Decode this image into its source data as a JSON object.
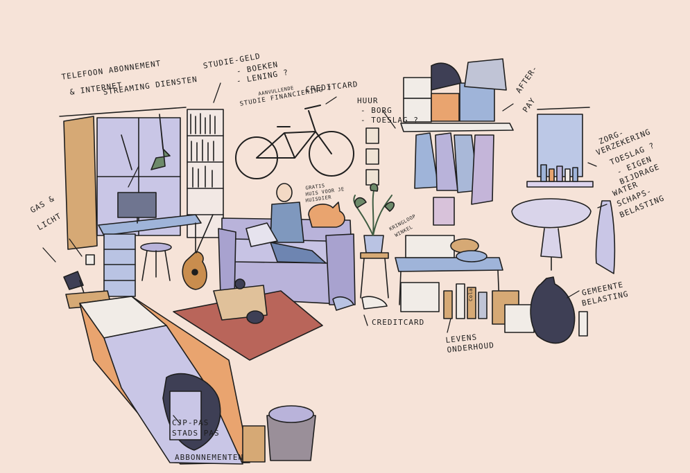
{
  "palette": {
    "background": "#f6e3d8",
    "ink": "#1e1e1e",
    "lavender": "#b9b3da",
    "blue": "#9fb4d9",
    "orange": "#e9a46f",
    "rug": "#b9655a",
    "curtain": "#d6a975",
    "wood": "#b98a55"
  },
  "labels": {
    "telefoon": "TELEFOON ABONNEMENT",
    "internet": "& INTERNET",
    "streaming": "STREAMING DIENSTEN",
    "studiegeld": "STUDIE-GELD",
    "boeken": "- BOEKEN",
    "lening": "- LENING ?",
    "aanvullende": "AANVULLENDE",
    "studiefin": "STUDIE FINANCIERING ?",
    "creditcard_top": "CREDITCARD",
    "huur": "HUUR",
    "borg": "- BORG",
    "toeslag": "- TOESLAG ?",
    "afterpay_1": "AFTER-",
    "afterpay_2": "PAY",
    "zorg_1": "ZORG-",
    "zorg_2": "VERZEKERING",
    "zorg_3": "TOESLAG ?",
    "zorg_4": "- EIGEN",
    "zorg_5": "BIJDRAGE",
    "water_1": "WATER",
    "water_2": "SCHAPS-",
    "water_3": "BELASTING",
    "gas_1": "GAS &",
    "gas_2": "LICHT",
    "gratis_1": "GRATIS",
    "gratis_2": "HUIS VOOR JE",
    "gratis_3": "HUISDIER",
    "kringloop_1": "KRINGLOOP",
    "kringloop_2": "WINKEL",
    "creditcard_bottom": "CREDITCARD",
    "levens_1": "LEVENS",
    "levens_2": "ONDERHOUD",
    "gemeente_1": "GEMEENTE",
    "gemeente_2": "BELASTING",
    "cjp": "CJP-PAS",
    "stadspas": "STADS PAS",
    "abonnementen": "ABBONNEMENTEN",
    "cola": "Cola"
  },
  "icons": [
    "bicycle",
    "laptop",
    "cat",
    "guitar",
    "plant",
    "desk-lamp",
    "trash-bag",
    "towel",
    "sink",
    "mirror",
    "bottles",
    "laundry-basket",
    "bed",
    "rug",
    "monitor",
    "window",
    "bookshelf",
    "clothes-rack",
    "boxes",
    "sofa"
  ]
}
